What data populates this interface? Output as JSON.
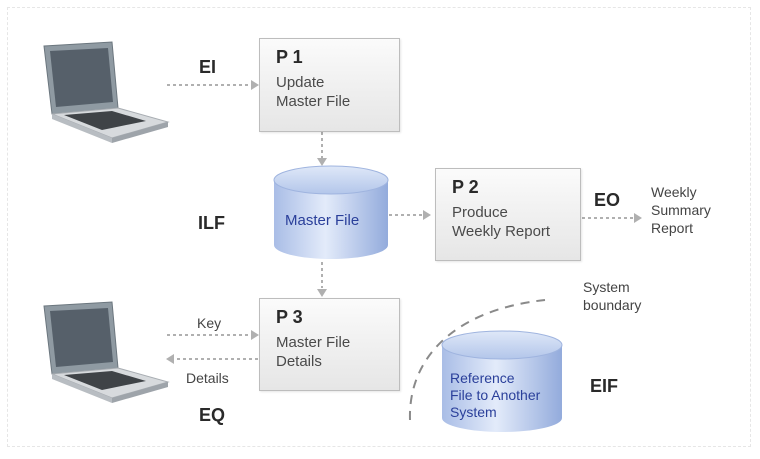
{
  "processes": {
    "p1": {
      "id": "P 1",
      "name": "Update\nMaster File"
    },
    "p2": {
      "id": "P 2",
      "name": "Produce\nWeekly Report"
    },
    "p3": {
      "id": "P 3",
      "name": "Master File\nDetails"
    }
  },
  "stores": {
    "master_file": "Master File",
    "reference_file": "Reference\nFile to Another\nSystem"
  },
  "labels": {
    "ei": "EI",
    "ilf": "ILF",
    "eo": "EO",
    "eq": "EQ",
    "eif": "EIF",
    "key": "Key",
    "details": "Details",
    "weekly_summary_report": "Weekly\nSummary\nReport",
    "system_boundary": "System\nboundary"
  },
  "colors": {
    "cylinder_blue": "#b7c8ea",
    "cylinder_text": "#2a3f9a",
    "arrow_gray": "#b0b0b0"
  }
}
